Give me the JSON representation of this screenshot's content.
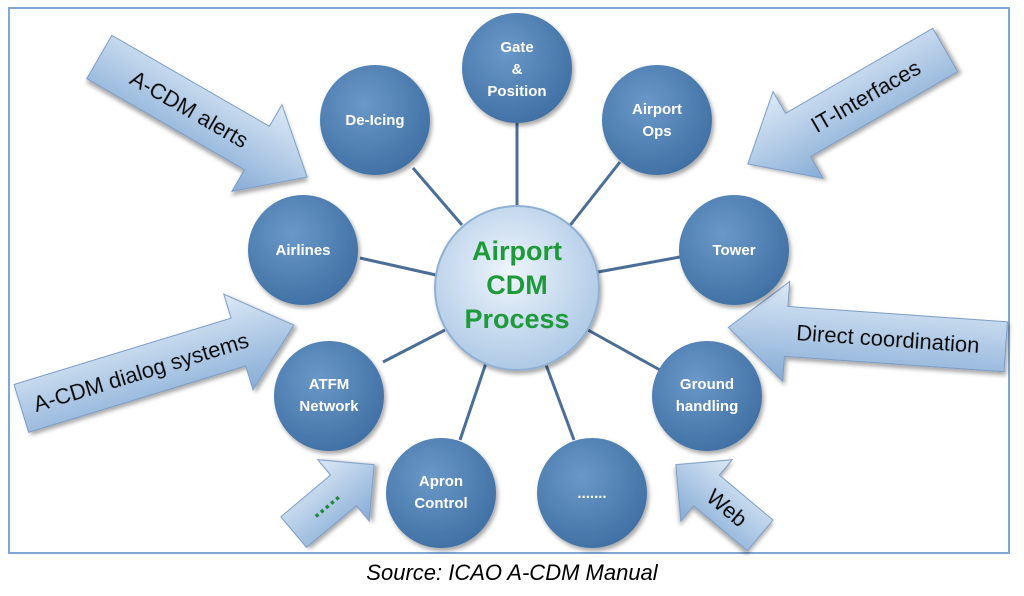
{
  "center": {
    "lines": [
      "Airport",
      "CDM",
      "Process"
    ]
  },
  "nodes": [
    {
      "id": "gate-position",
      "lines": [
        "Gate",
        "&",
        "Position"
      ]
    },
    {
      "id": "airport-ops",
      "lines": [
        "Airport",
        "Ops"
      ]
    },
    {
      "id": "tower",
      "lines": [
        "Tower"
      ]
    },
    {
      "id": "ground-handling",
      "lines": [
        "Ground",
        "handling"
      ]
    },
    {
      "id": "more",
      "lines": [
        "......."
      ]
    },
    {
      "id": "apron-control",
      "lines": [
        "Apron",
        "Control"
      ]
    },
    {
      "id": "atfm-network",
      "lines": [
        "ATFM",
        "Network"
      ]
    },
    {
      "id": "airlines",
      "lines": [
        "Airlines"
      ]
    },
    {
      "id": "de-icing",
      "lines": [
        "De-Icing"
      ]
    }
  ],
  "arrows": [
    {
      "id": "a-cdm-alerts",
      "label": "A-CDM alerts"
    },
    {
      "id": "it-interfaces",
      "label": "IT-Interfaces"
    },
    {
      "id": "a-cdm-dialog-systems",
      "label": "A-CDM dialog systems"
    },
    {
      "id": "direct-coordination",
      "label": "Direct coordination"
    },
    {
      "id": "more-inputs",
      "label": "....."
    },
    {
      "id": "web",
      "label": "Web"
    }
  ],
  "caption": "Source: ICAO A-CDM Manual",
  "colors": {
    "node": "#4f7fb3",
    "center": "#c9dcee",
    "center_text": "#1f9a3a",
    "arrow": "#9dbde0",
    "connector": "#4a6e96",
    "frame": "#7ea7d6"
  }
}
